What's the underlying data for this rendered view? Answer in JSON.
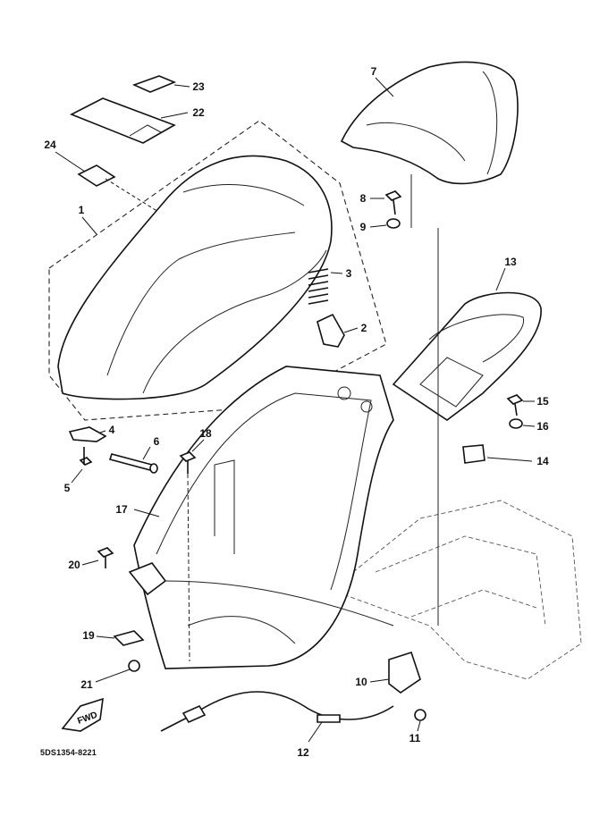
{
  "diagram_code": "5DS1354-8221",
  "fwd_marker": "FWD",
  "callouts": {
    "c1": "1",
    "c2": "2",
    "c3": "3",
    "c4": "4",
    "c5": "5",
    "c6": "6",
    "c7": "7",
    "c8": "8",
    "c9": "9",
    "c10": "10",
    "c11": "11",
    "c12": "12",
    "c13": "13",
    "c14": "14",
    "c15": "15",
    "c16": "16",
    "c17": "17",
    "c18": "18",
    "c19": "19",
    "c20": "20",
    "c21": "21",
    "c22": "22",
    "c23": "23",
    "c24": "24"
  }
}
